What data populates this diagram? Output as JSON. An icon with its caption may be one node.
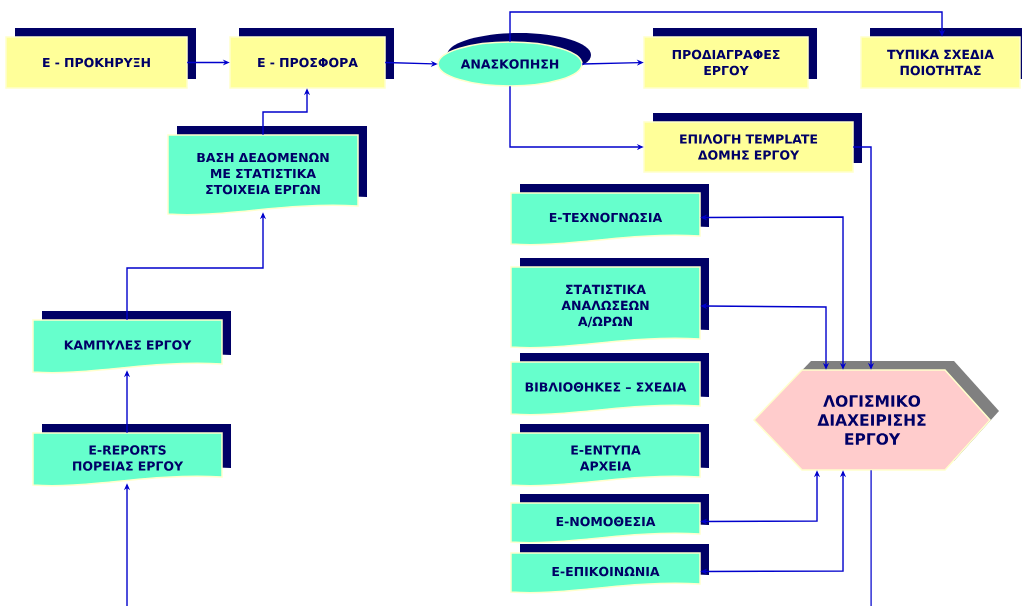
{
  "diagram": {
    "nodes": [
      {
        "text": [
          "Ε - ΠΡΟΚΗΡΥΞΗ"
        ]
      },
      {
        "text": [
          "Ε - ΠΡΟΣΦΟΡΑ"
        ]
      },
      {
        "text": [
          "ΑΝΑΣΚΟΠΗΣΗ"
        ]
      },
      {
        "text": [
          "ΠΡΟΔΙΑΓΡΑΦΕΣ ΕΡΓΟΥ"
        ]
      },
      {
        "text": [
          "ΤΥΠΙΚΑ ΣΧΕΔΙΑ ΠΟΙΟΤΗΤΑΣ"
        ]
      },
      {
        "text": [
          "ΕΠΙΛΟΓΗ TEMPLATE ΔΟΜΗΣ ΕΡΓΟΥ"
        ]
      },
      {
        "text": [
          "ΒΑΣΗ ΔΕΔΟΜΕΝΩΝ ΜΕ ΣΤΑΤΙΣΤΙΚΑ ΣΤΟΙΧΕΙΑ ΕΡΓΩΝ"
        ]
      },
      {
        "text": [
          "ΚΑΜΠΥΛΕΣ ΕΡΓΟΥ"
        ]
      },
      {
        "text": [
          "E-REPORTS ΠΟΡΕΙΑΣ ΕΡΓΟΥ"
        ]
      },
      {
        "text": [
          "Ε-ΤΕΧΝΟΓΝΩΣΙΑ"
        ]
      },
      {
        "text": [
          "ΣΤΑΤΙΣΤΙΚΑ ΑΝΑΛΩΣΕΩΝ Α/ΩΡΩΝ"
        ]
      },
      {
        "text": [
          "ΒΙΒΛΙΟΘΗΚΕΣ – ΣΧΕΔΙΑ"
        ]
      },
      {
        "text": [
          "Ε-ΕΝΤΥΠΑ ΑΡΧΕΙΑ"
        ]
      },
      {
        "text": [
          "Ε-ΝΟΜΟΘΕΣΙΑ"
        ]
      },
      {
        "text": [
          "Ε-ΕΠΙΚΟΙΝΩΝΙΑ"
        ]
      },
      {
        "text": [
          "ΛΟΓΙΣΜΙΚΟ ΔΙΑΧΕΙΡΙΣΗΣ ΕΡΓΟΥ"
        ]
      }
    ],
    "edges": [
      {
        "from": 0,
        "to": 1,
        "arrow": "to"
      },
      {
        "from": 1,
        "to": 2,
        "arrow": "to"
      },
      {
        "from": 2,
        "to": 3,
        "arrow": "to"
      },
      {
        "from": 2,
        "to": 4,
        "arrow": "to"
      },
      {
        "from": 2,
        "to": 5,
        "arrow": "to"
      },
      {
        "from": 6,
        "to": 1,
        "arrow": "to"
      },
      {
        "from": 7,
        "to": 6,
        "arrow": "to"
      },
      {
        "from": 8,
        "to": 7,
        "arrow": "to"
      },
      {
        "from": null,
        "to": 8,
        "arrow": "to"
      },
      {
        "from": 5,
        "to": 15,
        "arrow": "to"
      },
      {
        "from": 9,
        "to": 15,
        "arrow": "both"
      },
      {
        "from": 10,
        "to": 15,
        "arrow": "both"
      },
      {
        "from": 13,
        "to": 15,
        "arrow": "both"
      },
      {
        "from": 14,
        "to": 15,
        "arrow": "both"
      },
      {
        "from": 15,
        "to": null,
        "arrow": "none"
      }
    ]
  }
}
